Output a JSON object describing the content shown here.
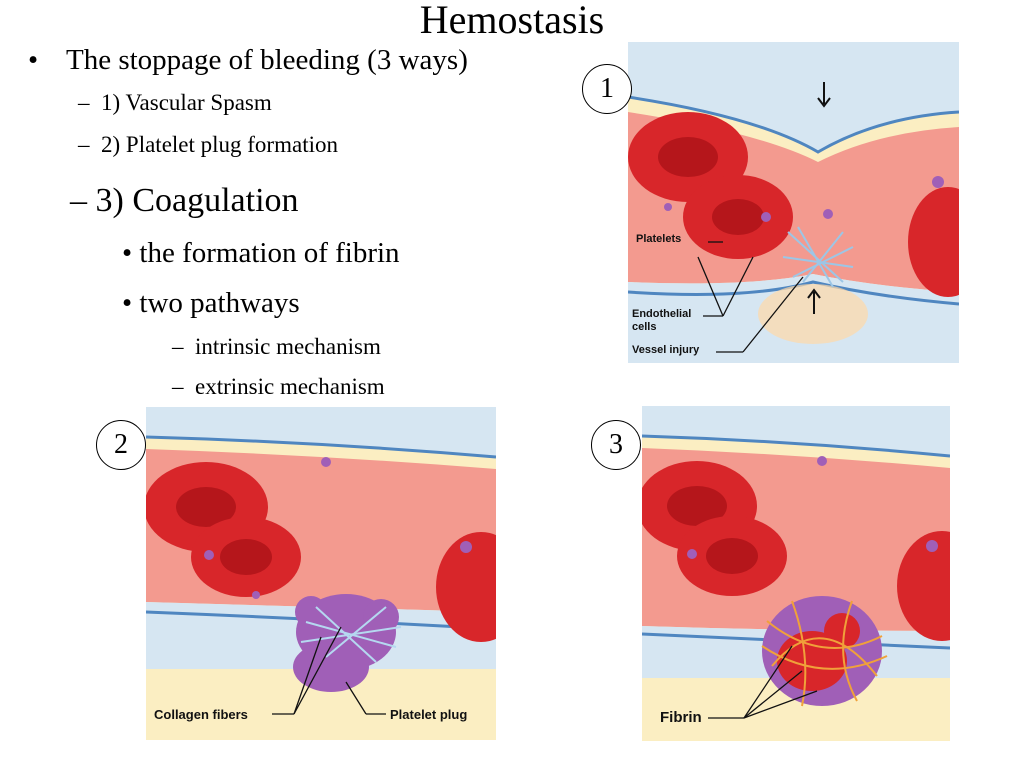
{
  "title": "Hemostasis",
  "bullets": {
    "main": "The stoppage of bleeding (3 ways)",
    "spasm": "1) Vascular Spasm",
    "plug": "2) Platelet plug formation",
    "coag": "3) Coagulation",
    "fibrin_formation": "the formation of fibrin",
    "pathways": "two pathways",
    "intrinsic": "intrinsic mechanism",
    "extrinsic": "extrinsic mechanism"
  },
  "markers": {
    "bullet": "•",
    "dash": "–"
  },
  "steps": {
    "one": "1",
    "two": "2",
    "three": "3"
  },
  "labels": {
    "platelets": "Platelets",
    "endothelial_1": "Endothelial",
    "endothelial_2": "cells",
    "vessel_injury": "Vessel injury",
    "collagen": "Collagen fibers",
    "platelet_plug": "Platelet plug",
    "fibrin": "Fibrin"
  },
  "colors": {
    "background_tissue": "#fbeec2",
    "vessel_wall": "#d6e6f2",
    "lumen": "#f39a8f",
    "red_cell": "#d8262a",
    "platelet": "#a05fb7",
    "fibrin": "#f0a13a"
  }
}
